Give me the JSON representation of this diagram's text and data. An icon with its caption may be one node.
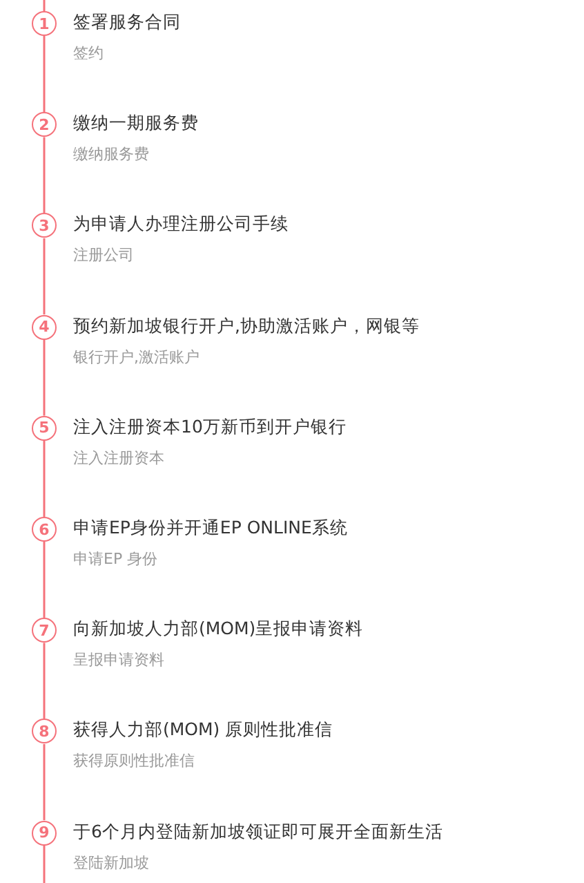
{
  "diagram": {
    "nodes": [
      {
        "text": [
          "1"
        ],
        "beside": [
          "签署服务合同",
          "签约"
        ]
      },
      {
        "text": [
          "2"
        ],
        "beside": [
          "缴纳一期服务费",
          "缴纳服务费"
        ]
      },
      {
        "text": [
          "3"
        ],
        "beside": [
          "为申请人办理注册公司手续",
          "注册公司"
        ]
      },
      {
        "text": [
          "4"
        ],
        "beside": [
          "预约新加坡银行开户,协助激活账户，网银等",
          "银行开户,激活账户"
        ]
      },
      {
        "text": [
          "5"
        ],
        "beside": [
          "注入注册资本10万新币到开户银行",
          "注入注册资本"
        ]
      },
      {
        "text": [
          "6"
        ],
        "beside": [
          "申请EP身份并开通EP ONLINE系统",
          "申请EP 身份"
        ]
      },
      {
        "text": [
          "7"
        ],
        "beside": [
          "向新加坡人力部(MOM)呈报申请资料",
          "呈报申请资料"
        ]
      },
      {
        "text": [
          "8"
        ],
        "beside": [
          "获得人力部(MOM) 原则性批准信",
          "获得原则性批准信"
        ]
      },
      {
        "text": [
          "9"
        ],
        "beside": [
          "于6个月内登陆新加坡领证即可展开全面新生活",
          "登陆新加坡"
        ]
      }
    ],
    "edges": [
      {
        "from": 0,
        "to": 1,
        "arrow": "none"
      },
      {
        "from": 1,
        "to": 2,
        "arrow": "none"
      },
      {
        "from": 2,
        "to": 3,
        "arrow": "none"
      },
      {
        "from": 3,
        "to": 4,
        "arrow": "none"
      },
      {
        "from": 4,
        "to": 5,
        "arrow": "none"
      },
      {
        "from": 5,
        "to": 6,
        "arrow": "none"
      },
      {
        "from": 6,
        "to": 7,
        "arrow": "none"
      },
      {
        "from": 7,
        "to": 8,
        "arrow": "none"
      }
    ]
  }
}
